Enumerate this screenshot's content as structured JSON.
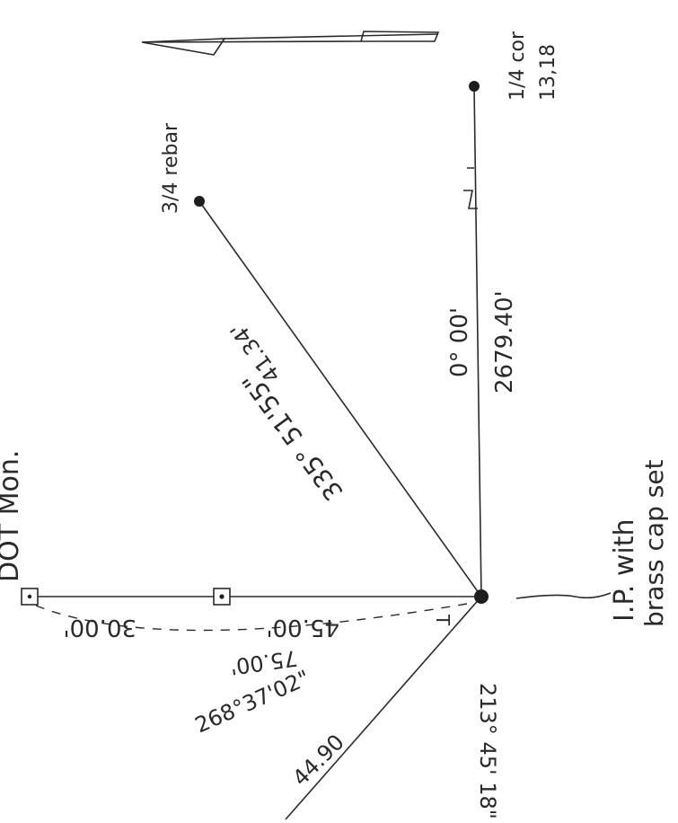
{
  "labels": {
    "dot_mon": "DOT Mon.",
    "seg_30": "30.00'",
    "seg_45": "45.00'",
    "seg_75": "75.00'",
    "perp_mark": "T",
    "ang_335": "335° 51'55\"",
    "dist_41": "41.34'",
    "rebar": "3/4 rebar",
    "ang_0": "0° 00'",
    "dist_2679": "2679.40'",
    "quarter_cor": "1/4 cor",
    "section_13_18": "13,18",
    "ip_line1": "I.P. with",
    "ip_line2": "brass cap set",
    "ang_213": "213° 45' 18\"",
    "ang_268": "268°37'02\"",
    "dist_44": "44.90"
  }
}
